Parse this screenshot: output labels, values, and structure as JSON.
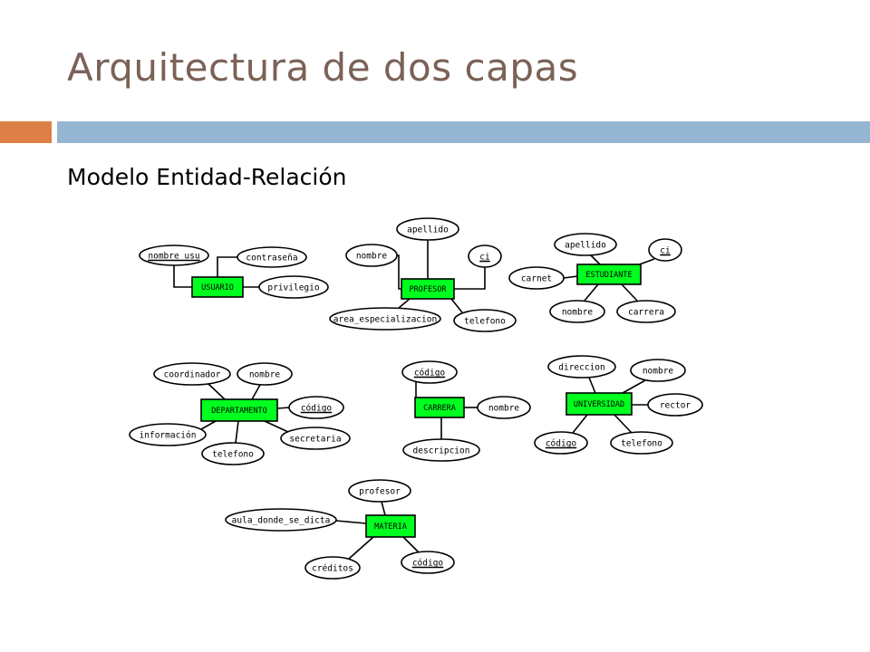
{
  "title": "Arquitectura de dos capas",
  "subtitle": "Modelo Entidad-Relación",
  "colors": {
    "title": "#7b6157",
    "accent_bar": "#dd8047",
    "main_bar": "#94b6d2",
    "entity_fill": "#00ff1e"
  },
  "diagram": {
    "entities": [
      {
        "id": "usuario",
        "label": "USUARIO",
        "attributes": [
          {
            "label": "nombre_usu",
            "key": true
          },
          {
            "label": "contraseña",
            "key": false
          },
          {
            "label": "privilegio",
            "key": false
          }
        ]
      },
      {
        "id": "profesor",
        "label": "PROFESOR",
        "attributes": [
          {
            "label": "apellido",
            "key": false
          },
          {
            "label": "nombre",
            "key": false
          },
          {
            "label": "ci",
            "key": true
          },
          {
            "label": "area_especializacion",
            "key": false
          },
          {
            "label": "telefono",
            "key": false
          }
        ]
      },
      {
        "id": "estudiante",
        "label": "ESTUDIANTE",
        "attributes": [
          {
            "label": "apellido",
            "key": false
          },
          {
            "label": "ci",
            "key": true
          },
          {
            "label": "carnet",
            "key": false
          },
          {
            "label": "nombre",
            "key": false
          },
          {
            "label": "carrera",
            "key": false
          }
        ]
      },
      {
        "id": "departamento",
        "label": "DEPARTAMENTO",
        "attributes": [
          {
            "label": "coordinador",
            "key": false
          },
          {
            "label": "nombre",
            "key": false
          },
          {
            "label": "código",
            "key": true
          },
          {
            "label": "información",
            "key": false
          },
          {
            "label": "secretaria",
            "key": false
          },
          {
            "label": "telefono",
            "key": false
          }
        ]
      },
      {
        "id": "carrera",
        "label": "CARRERA",
        "attributes": [
          {
            "label": "código",
            "key": true
          },
          {
            "label": "nombre",
            "key": false
          },
          {
            "label": "descripcion",
            "key": false
          }
        ]
      },
      {
        "id": "universidad",
        "label": "UNIVERSIDAD",
        "attributes": [
          {
            "label": "direccion",
            "key": false
          },
          {
            "label": "nombre",
            "key": false
          },
          {
            "label": "rector",
            "key": false
          },
          {
            "label": "código",
            "key": true
          },
          {
            "label": "telefono",
            "key": false
          }
        ]
      },
      {
        "id": "materia",
        "label": "MATERIA",
        "attributes": [
          {
            "label": "profesor",
            "key": false
          },
          {
            "label": "aula_donde_se_dicta",
            "key": false
          },
          {
            "label": "créditos",
            "key": false
          },
          {
            "label": "código",
            "key": true
          }
        ]
      }
    ]
  }
}
